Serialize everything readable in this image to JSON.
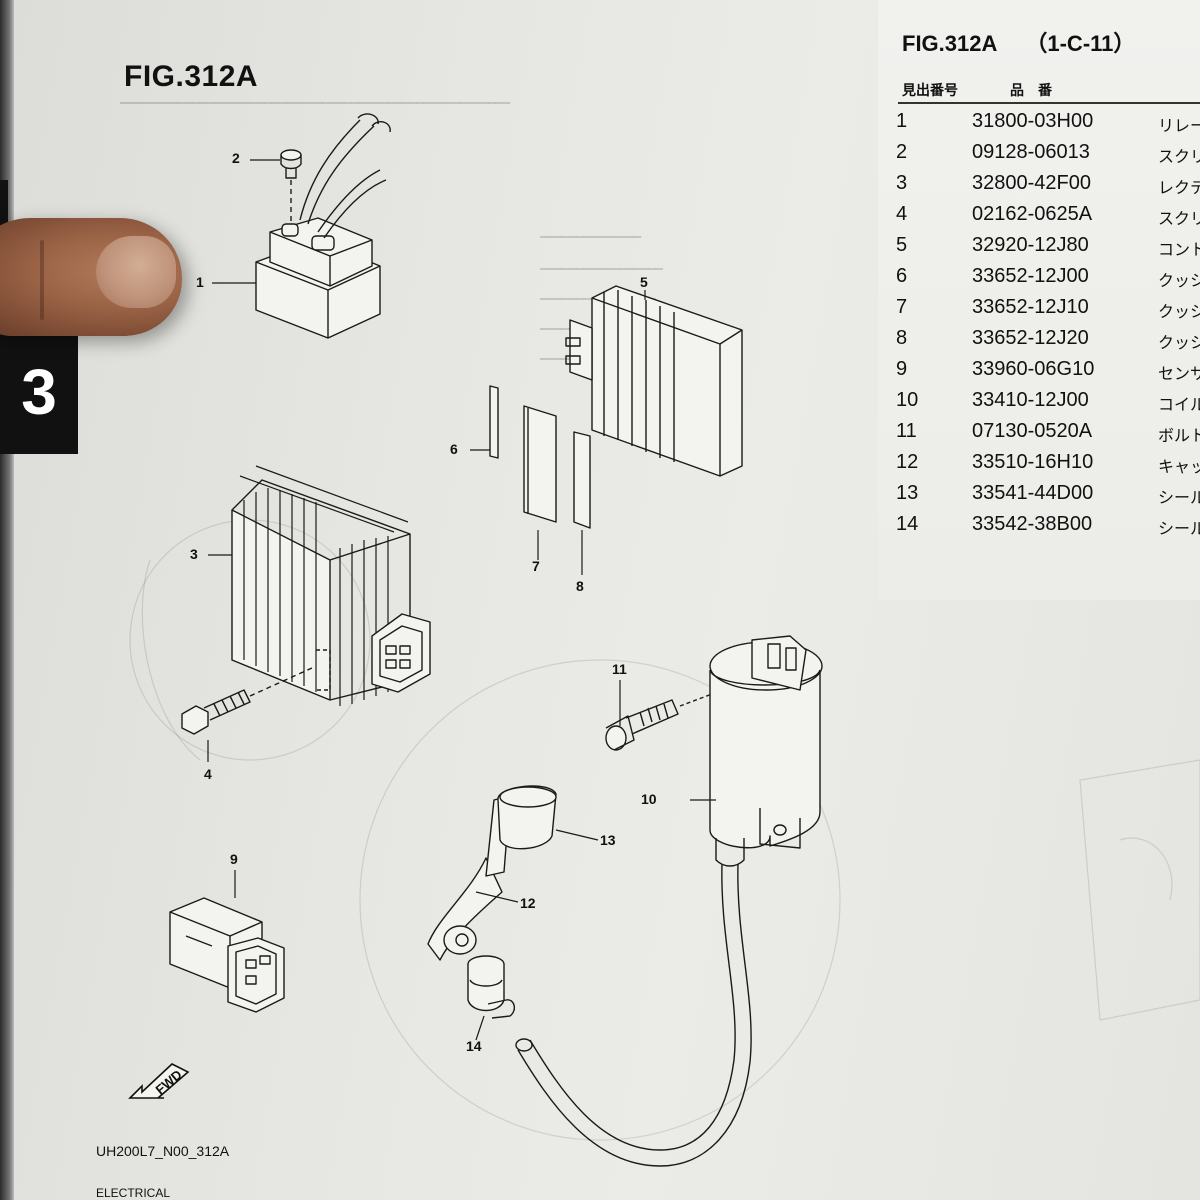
{
  "page": {
    "fig_title_left": "FIG.312A",
    "section_tab": "3",
    "footer_code": "UH200L7_N00_312A",
    "footer_code2": "ELECTRICAL",
    "fwd_label": "FWD"
  },
  "parts_list": {
    "title": "FIG.312A",
    "subtitle": "（1-C-11）",
    "header_no": "見出番号",
    "header_part": "品　番",
    "rows": [
      {
        "no": "1",
        "part_no": "31800-03H00",
        "name": "リレー"
      },
      {
        "no": "2",
        "part_no": "09128-06013",
        "name": "スクリ"
      },
      {
        "no": "3",
        "part_no": "32800-42F00",
        "name": "レクテ"
      },
      {
        "no": "4",
        "part_no": "02162-0625A",
        "name": "スクリ"
      },
      {
        "no": "5",
        "part_no": "32920-12J80",
        "name": "コント"
      },
      {
        "no": "6",
        "part_no": "33652-12J00",
        "name": "クッシ"
      },
      {
        "no": "7",
        "part_no": "33652-12J10",
        "name": "クッシ"
      },
      {
        "no": "8",
        "part_no": "33652-12J20",
        "name": "クッシ"
      },
      {
        "no": "9",
        "part_no": "33960-06G10",
        "name": "センサ"
      },
      {
        "no": "10",
        "part_no": "33410-12J00",
        "name": "コイル"
      },
      {
        "no": "11",
        "part_no": "07130-0520A",
        "name": "ボルト"
      },
      {
        "no": "12",
        "part_no": "33510-16H10",
        "name": "キャッ"
      },
      {
        "no": "13",
        "part_no": "33541-44D00",
        "name": "シール"
      },
      {
        "no": "14",
        "part_no": "33542-38B00",
        "name": "シール"
      }
    ]
  },
  "callouts": [
    "1",
    "2",
    "3",
    "4",
    "5",
    "6",
    "7",
    "8",
    "9",
    "10",
    "11",
    "12",
    "13",
    "14"
  ]
}
